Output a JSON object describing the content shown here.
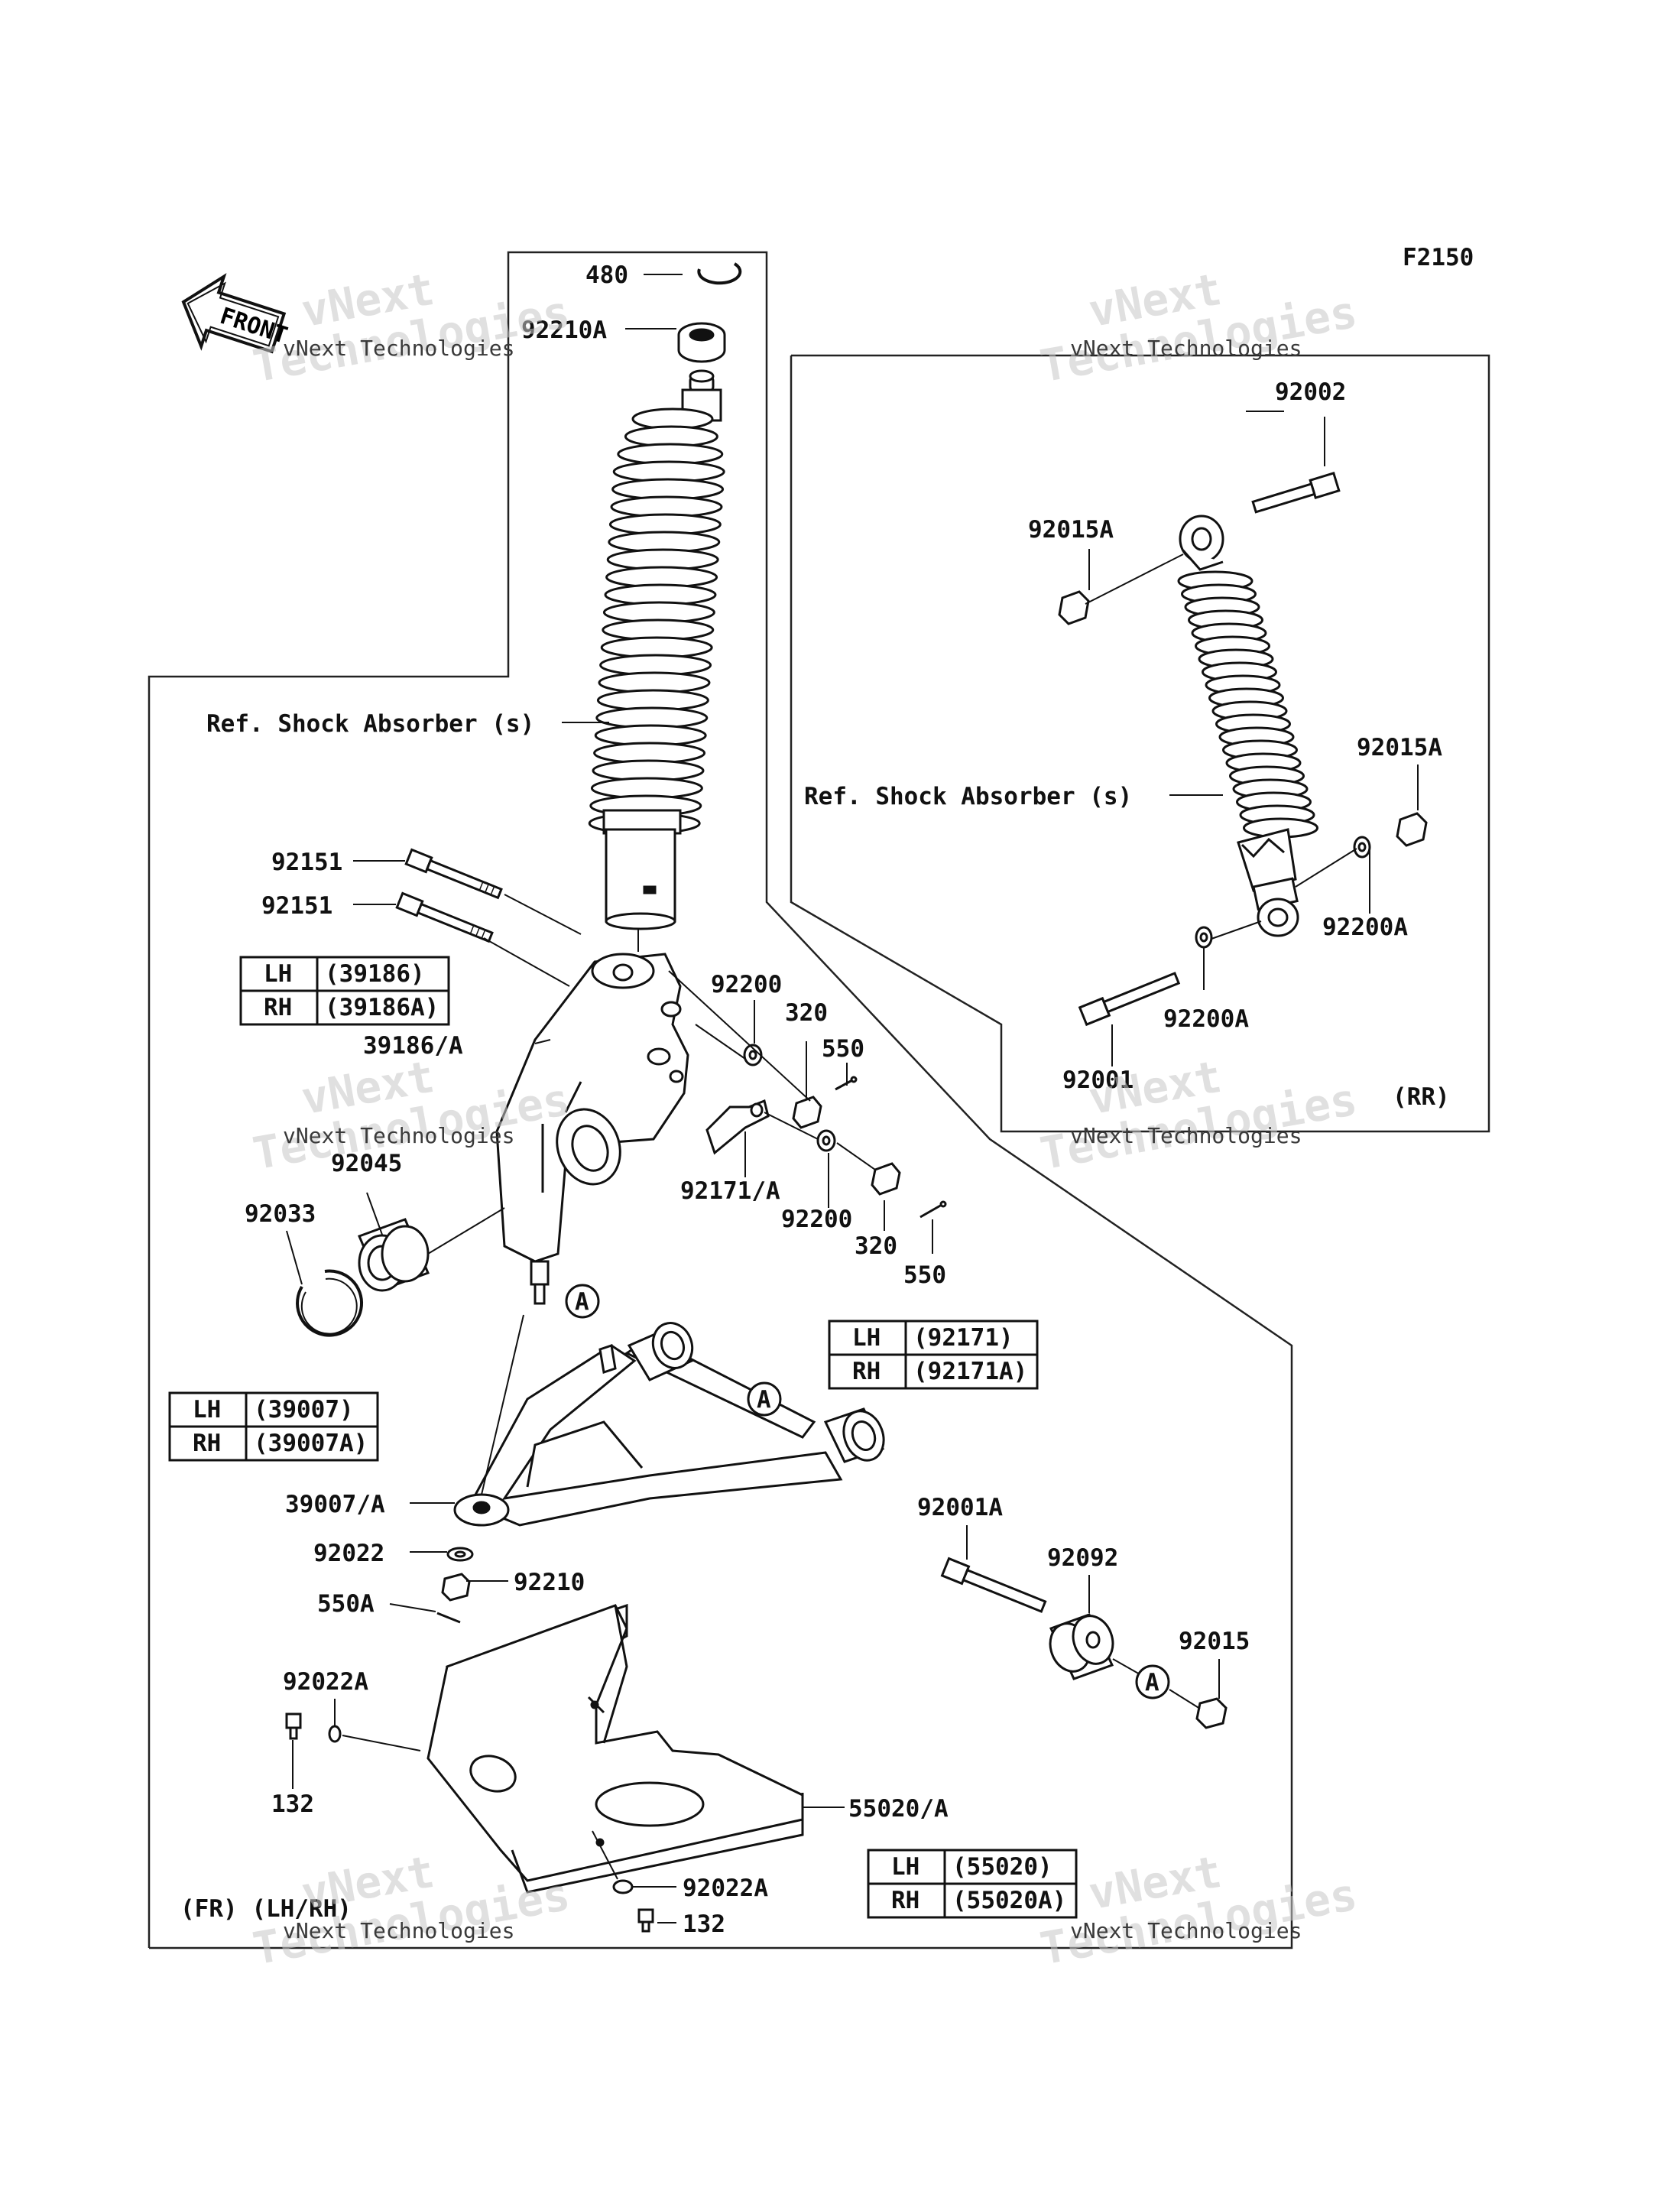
{
  "diagram_code": "F2150",
  "front_label": "FRONT",
  "watermark": {
    "line1": "vNext",
    "line2": "Technologies",
    "caption": "vNext Technologies"
  },
  "section_tags": {
    "front": "(FR) (LH/RH)",
    "rear": "(RR)"
  },
  "callout_letter": "A",
  "labels": {
    "p480": "480",
    "p92210A": "92210A",
    "ref_shock_front": "Ref. Shock Absorber (s)",
    "p92151_a": "92151",
    "p92151_b": "92151",
    "p39186A": "39186/A",
    "p92200_top": "92200",
    "p320_top": "320",
    "p550_top": "550",
    "p92171A": "92171/A",
    "p92200_bot": "92200",
    "p320_bot": "320",
    "p550_bot": "550",
    "p92045": "92045",
    "p92033": "92033",
    "p39007A": "39007/A",
    "p92022": "92022",
    "p92210": "92210",
    "p550A": "550A",
    "p92022A_left": "92022A",
    "p132_left": "132",
    "p55020A": "55020/A",
    "p92022A_bot": "92022A",
    "p132_bot": "132",
    "p92001A": "92001A",
    "p92092": "92092",
    "p92015": "92015",
    "p92002": "92002",
    "p92015A_top": "92015A",
    "ref_shock_rear": "Ref. Shock Absorber (s)",
    "p92015A_right": "92015A",
    "p92200A_right": "92200A",
    "p92200A_bot": "92200A",
    "p92001": "92001"
  },
  "tables": {
    "knuckle": [
      {
        "side": "LH",
        "part": "(39186)"
      },
      {
        "side": "RH",
        "part": "(39186A)"
      }
    ],
    "arm": [
      {
        "side": "LH",
        "part": "(39007)"
      },
      {
        "side": "RH",
        "part": "(39007A)"
      }
    ],
    "bracket": [
      {
        "side": "LH",
        "part": "(92171)"
      },
      {
        "side": "RH",
        "part": "(92171A)"
      }
    ],
    "guard": [
      {
        "side": "LH",
        "part": "(55020)"
      },
      {
        "side": "RH",
        "part": "(55020A)"
      }
    ]
  }
}
